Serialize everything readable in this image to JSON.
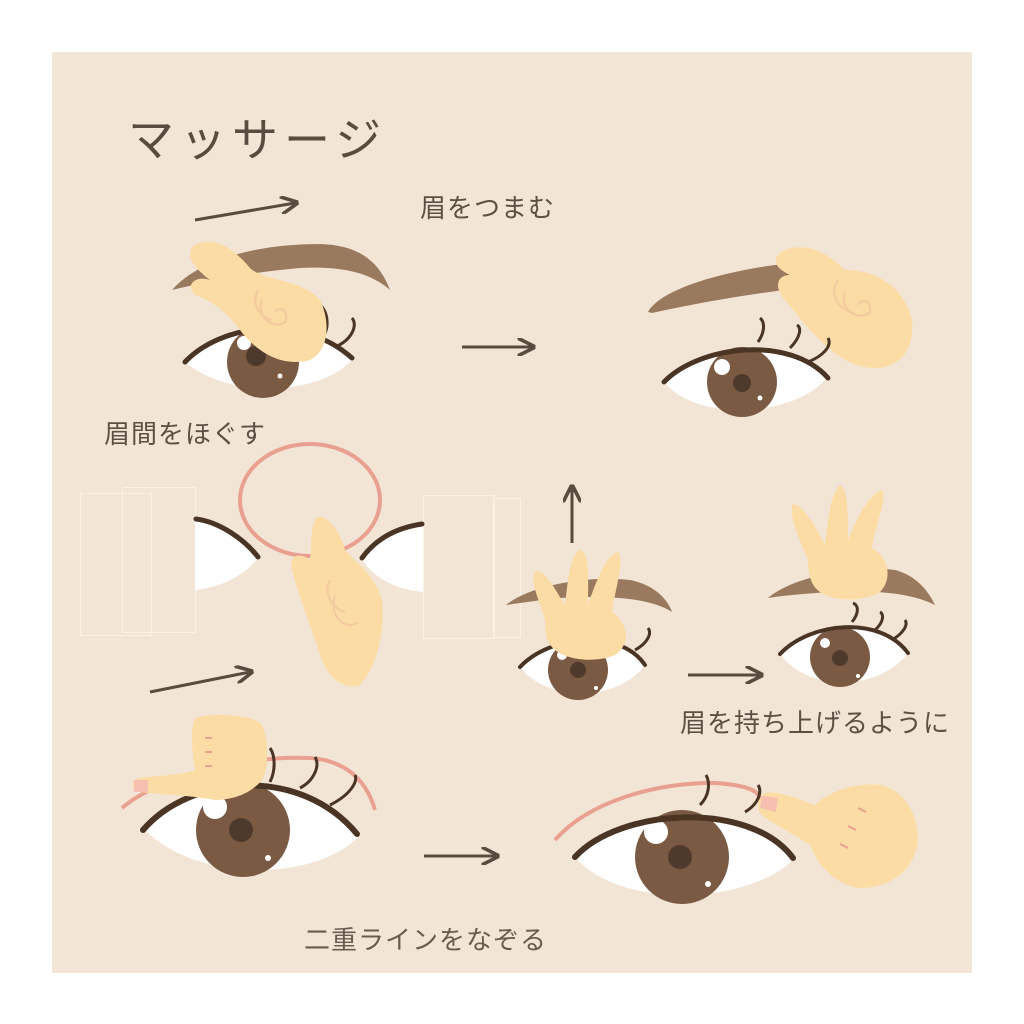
{
  "title": "マッサージ",
  "steps": [
    {
      "id": "pinch-brow",
      "caption": "眉をつまむ"
    },
    {
      "id": "loosen-glabella",
      "caption": "眉間をほぐす"
    },
    {
      "id": "lift-brow",
      "caption": "眉を持ち上げるように"
    },
    {
      "id": "trace-double-line",
      "caption": "二重ラインをなぞる"
    }
  ],
  "colors": {
    "background": "#f3e5d6",
    "text": "#5e4f45",
    "eyebrow": "#9a7a5e",
    "eyeline": "#4a3424",
    "iris": "#7a5a42",
    "pupil": "#4e3a2c",
    "skin_hand": "#fbdca4",
    "hand_line": "#f3c9a0",
    "pink_line": "#e9a090",
    "arrow": "#5a4a40"
  },
  "icons": [
    "arrow-right-icon",
    "arrow-up-icon",
    "circle-guide-icon",
    "hand-icon",
    "eye-icon",
    "eyebrow-icon"
  ]
}
